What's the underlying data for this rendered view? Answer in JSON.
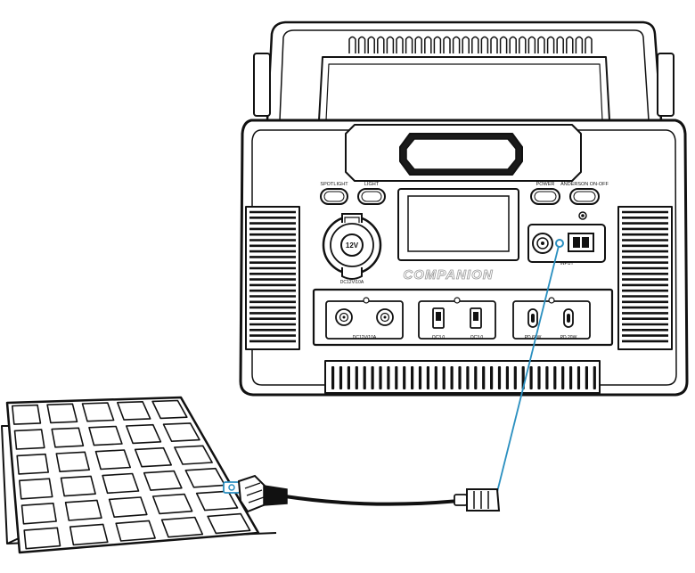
{
  "buttons": {
    "spotlight": "SPOTLIGHT",
    "light": "LIGHT",
    "power": "POWER",
    "anderson": "ANDERSON ON-OFF"
  },
  "socket": {
    "voltage": "12V",
    "rating": "DC12V/10A"
  },
  "input": {
    "label": "INPUT"
  },
  "brand": {
    "logo": "COMPANION"
  },
  "ports": {
    "dc_label": "DC12V/10A",
    "qc_left": "QC3.0",
    "qc_right": "QC3.0",
    "pd_left": "PD 60W",
    "pd_right": "PD 20W"
  },
  "colors": {
    "outline": "#111111",
    "cable_highlight": "#2a8fc0",
    "background": "#ffffff"
  }
}
